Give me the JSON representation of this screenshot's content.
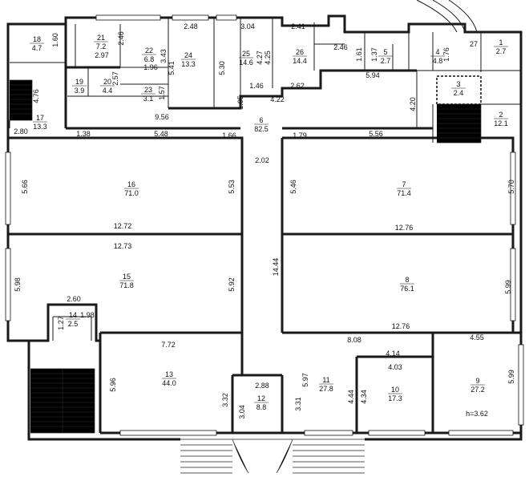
{
  "plan": {
    "rooms": [
      {
        "num": "1",
        "area": "2.7"
      },
      {
        "num": "2",
        "area": "12.1"
      },
      {
        "num": "3",
        "area": "2.4"
      },
      {
        "num": "4",
        "area": "4.8"
      },
      {
        "num": "5",
        "area": "2.7"
      },
      {
        "num": "6",
        "area": "82.5"
      },
      {
        "num": "7",
        "area": "71.4"
      },
      {
        "num": "8",
        "area": "76.1"
      },
      {
        "num": "9",
        "area": "27.2"
      },
      {
        "num": "10",
        "area": "17.3"
      },
      {
        "num": "11",
        "area": "27.8"
      },
      {
        "num": "12",
        "area": "8.8"
      },
      {
        "num": "13",
        "area": "44.0"
      },
      {
        "num": "14",
        "area": "2.5"
      },
      {
        "num": "15",
        "area": "71.8"
      },
      {
        "num": "16",
        "area": "71.0"
      },
      {
        "num": "17",
        "area": "13.3"
      },
      {
        "num": "18",
        "area": "4.7"
      },
      {
        "num": "19",
        "area": "3.9"
      },
      {
        "num": "20",
        "area": "4.4"
      },
      {
        "num": "21",
        "area": "7.2"
      },
      {
        "num": "22",
        "area": "6.8"
      },
      {
        "num": "23",
        "area": "3.1"
      },
      {
        "num": "24",
        "area": "13.3"
      },
      {
        "num": "25",
        "area": "14.6"
      },
      {
        "num": "26",
        "area": "14.4"
      },
      {
        "num": "27",
        "area": ""
      }
    ],
    "dims": [
      "2.48",
      "3.04",
      "2.41",
      "2.46",
      "1.61",
      "1.37",
      "1.76",
      "5.94",
      "4.20",
      "4.22",
      "1.46",
      "2.62",
      "5.41",
      "5.30",
      "4.27",
      "4.25",
      "1.05",
      "3.43",
      "1.96",
      "2.97",
      "2.46",
      "1.60",
      "2.57",
      "1.57",
      "4.76",
      "2.80",
      "9.56",
      "1.38",
      "5.48",
      "1.66",
      "1.79",
      "5.56",
      "2.02",
      "5.66",
      "5.53",
      "12.72",
      "12.73",
      "5.46",
      "5.70",
      "12.76",
      "5.98",
      "5.92",
      "14.44",
      "5.99",
      "2.60",
      "1.27",
      "1.98",
      "12.76",
      "7.72",
      "8.08",
      "4.14",
      "4.55",
      "4.03",
      "5.96",
      "3.32",
      "2.88",
      "3.04",
      "3.31",
      "5.97",
      "4.44",
      "4.34",
      "5.99"
    ],
    "ceiling_height": "h=3.62"
  }
}
